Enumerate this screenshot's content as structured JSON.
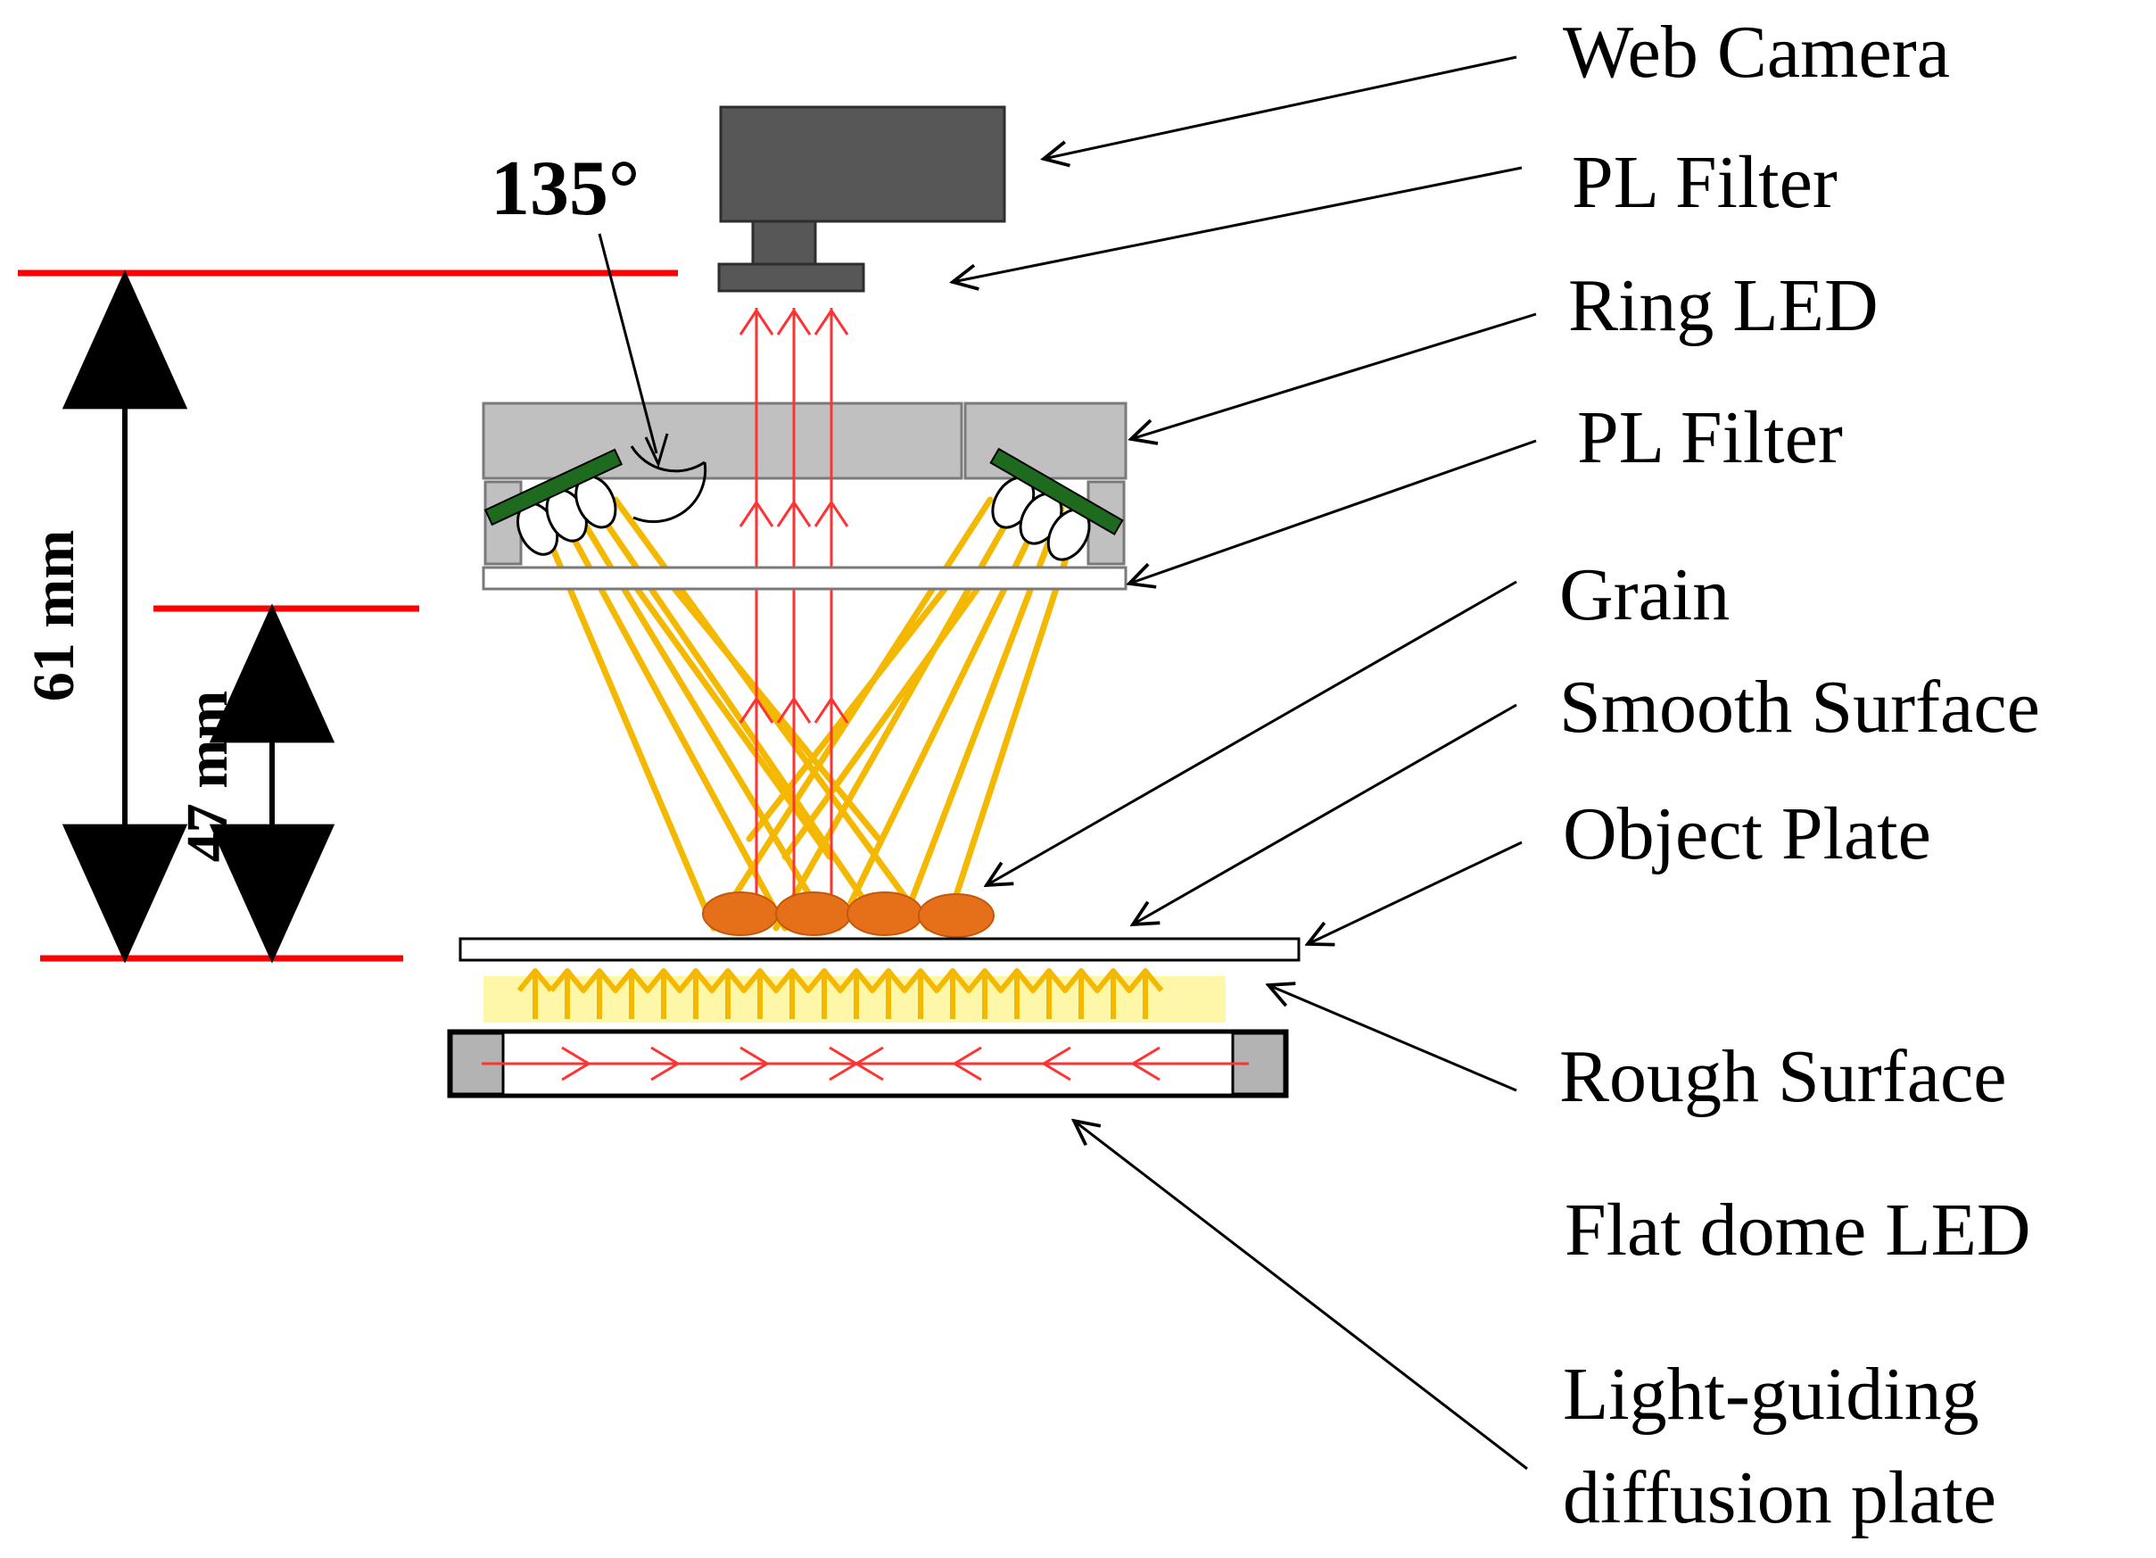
{
  "labels": {
    "web_camera": "Web Camera",
    "pl_filter_top": "PL Filter",
    "ring_led": "Ring LED",
    "pl_filter_bottom": "PL Filter",
    "grain": "Grain",
    "smooth_surface": "Smooth Surface",
    "object_plate": "Object Plate",
    "rough_surface": "Rough Surface",
    "flat_dome_led": "Flat dome LED",
    "light_guiding_line1": "Light-guiding",
    "light_guiding_line2": "diffusion plate"
  },
  "dimensions": {
    "total_height": "61 mm",
    "lower_height": "47 mm",
    "angle": "135°"
  },
  "colors": {
    "camera_body": "#575757",
    "ring_housing": "#c0c0c0",
    "led_board": "#1e6a1e",
    "light_ray": "#f5b800",
    "polarized_ray": "#ff3333",
    "dimension_line": "#ff0000",
    "grain": "#e66f1a",
    "diffuse_glow": "#fff7a8"
  }
}
